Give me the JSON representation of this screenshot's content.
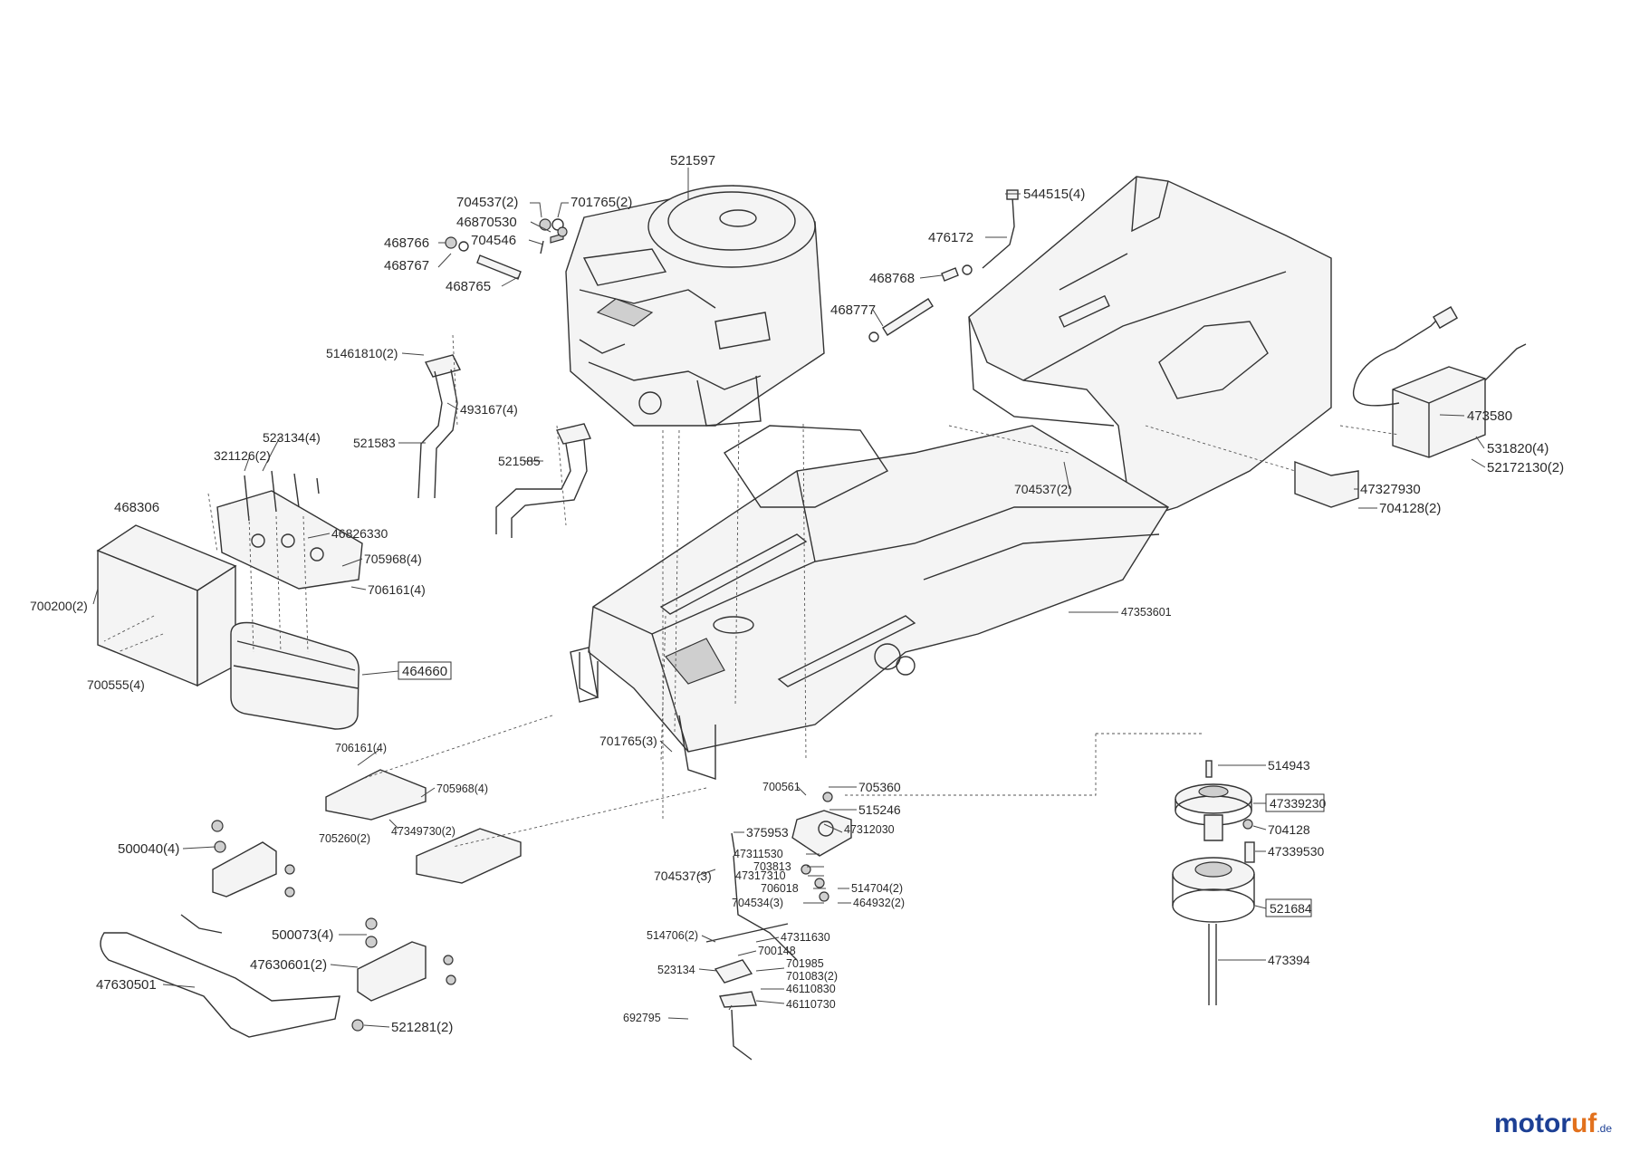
{
  "brand": {
    "part1": "motor",
    "part2": "uf",
    "part3": ".de"
  },
  "labels": [
    {
      "id": "521597",
      "text": "521597"
    },
    {
      "id": "704537-2",
      "text": "704537(2)"
    },
    {
      "id": "701765-2",
      "text": "701765(2)"
    },
    {
      "id": "46870530",
      "text": "46870530"
    },
    {
      "id": "468766",
      "text": "468766"
    },
    {
      "id": "704546",
      "text": "704546"
    },
    {
      "id": "468767",
      "text": "468767"
    },
    {
      "id": "468765",
      "text": "468765"
    },
    {
      "id": "544515-4",
      "text": "544515(4)"
    },
    {
      "id": "476172",
      "text": "476172"
    },
    {
      "id": "468768",
      "text": "468768"
    },
    {
      "id": "468777",
      "text": "468777"
    },
    {
      "id": "51461810-2",
      "text": "51461810(2)"
    },
    {
      "id": "493167-4",
      "text": "493167(4)"
    },
    {
      "id": "521583",
      "text": "521583"
    },
    {
      "id": "521585",
      "text": "521585"
    },
    {
      "id": "523134-4",
      "text": "523134(4)"
    },
    {
      "id": "321126-2",
      "text": "321126(2)"
    },
    {
      "id": "468306",
      "text": "468306"
    },
    {
      "id": "46826330",
      "text": "46826330"
    },
    {
      "id": "705968-4a",
      "text": "705968(4)"
    },
    {
      "id": "706161-4a",
      "text": "706161(4)"
    },
    {
      "id": "700200-2",
      "text": "700200(2)"
    },
    {
      "id": "464660",
      "text": "464660"
    },
    {
      "id": "700555-4",
      "text": "700555(4)"
    },
    {
      "id": "473580",
      "text": "473580"
    },
    {
      "id": "531820-4",
      "text": "531820(4)"
    },
    {
      "id": "52172130-2",
      "text": "52172130(2)"
    },
    {
      "id": "704537-2b",
      "text": "704537(2)"
    },
    {
      "id": "47327930",
      "text": "47327930"
    },
    {
      "id": "704128-2",
      "text": "704128(2)"
    },
    {
      "id": "47353601",
      "text": "47353601"
    },
    {
      "id": "706161-4b",
      "text": "706161(4)"
    },
    {
      "id": "705968-4b",
      "text": "705968(4)"
    },
    {
      "id": "705260-2",
      "text": "705260(2)"
    },
    {
      "id": "47349730-2",
      "text": "47349730(2)"
    },
    {
      "id": "701765-3",
      "text": "701765(3)"
    },
    {
      "id": "700561",
      "text": "700561"
    },
    {
      "id": "705360",
      "text": "705360"
    },
    {
      "id": "515246",
      "text": "515246"
    },
    {
      "id": "375953",
      "text": "375953"
    },
    {
      "id": "47312030",
      "text": "47312030"
    },
    {
      "id": "47311530",
      "text": "47311530"
    },
    {
      "id": "703813",
      "text": "703813"
    },
    {
      "id": "704537-3",
      "text": "704537(3)"
    },
    {
      "id": "47317310",
      "text": "47317310"
    },
    {
      "id": "706018",
      "text": "706018"
    },
    {
      "id": "514704-2",
      "text": "514704(2)"
    },
    {
      "id": "704534-3",
      "text": "704534(3)"
    },
    {
      "id": "464932-2",
      "text": "464932(2)"
    },
    {
      "id": "514706-2",
      "text": "514706(2)"
    },
    {
      "id": "47311630",
      "text": "47311630"
    },
    {
      "id": "700148",
      "text": "700148"
    },
    {
      "id": "523134",
      "text": "523134"
    },
    {
      "id": "701985",
      "text": "701985"
    },
    {
      "id": "701083-2",
      "text": "701083(2)"
    },
    {
      "id": "46110830",
      "text": "46110830"
    },
    {
      "id": "692795",
      "text": "692795"
    },
    {
      "id": "46110730",
      "text": "46110730"
    },
    {
      "id": "500040-4",
      "text": "500040(4)"
    },
    {
      "id": "500073-4",
      "text": "500073(4)"
    },
    {
      "id": "47630601-2",
      "text": "47630601(2)"
    },
    {
      "id": "47630501",
      "text": "47630501"
    },
    {
      "id": "521281-2",
      "text": "521281(2)"
    },
    {
      "id": "514943",
      "text": "514943"
    },
    {
      "id": "47339230",
      "text": "47339230"
    },
    {
      "id": "704128",
      "text": "704128"
    },
    {
      "id": "47339530",
      "text": "47339530"
    },
    {
      "id": "521684",
      "text": "521684"
    },
    {
      "id": "473394",
      "text": "473394"
    }
  ]
}
